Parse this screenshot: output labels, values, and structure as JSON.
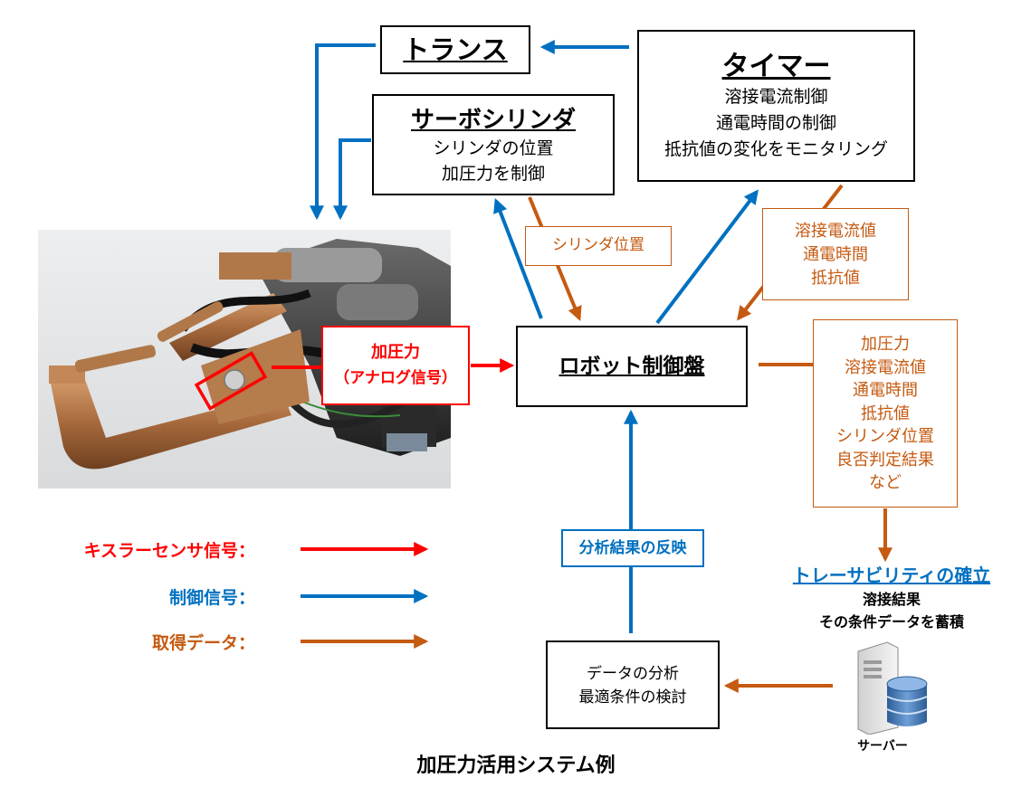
{
  "trans": {
    "title": "トランス"
  },
  "timer": {
    "title": "タイマー",
    "lines": [
      "溶接電流制御",
      "通電時間の制御",
      "抵抗値の変化をモニタリング"
    ]
  },
  "servo": {
    "title": "サーボシリンダ",
    "lines": [
      "シリンダの位置",
      "加圧力を制御"
    ]
  },
  "cylinder_pos_label": "シリンダ位置",
  "timer_data": {
    "lines": [
      "溶接電流値",
      "通電時間",
      "抵抗値"
    ]
  },
  "pressure_signal": {
    "lines": [
      "加圧力",
      "（アナログ信号）"
    ]
  },
  "robot": {
    "title": "ロボット制御盤"
  },
  "acquired_data": {
    "lines": [
      "加圧力",
      "溶接電流値",
      "通電時間",
      "抵抗値",
      "シリンダ位置",
      "良否判定結果",
      "など"
    ]
  },
  "traceability": {
    "title": "トレーサビリティの確立",
    "lines": [
      "溶接結果",
      "その条件データを蓄積"
    ]
  },
  "feedback_label": "分析結果の反映",
  "analysis": {
    "lines": [
      "データの分析",
      "最適条件の検討"
    ]
  },
  "server": {
    "label": "サーバー"
  },
  "legend": [
    {
      "label": "キスラーセンサ信号：",
      "color": "#ff0000"
    },
    {
      "label": "制御信号：",
      "color": "#0070c0"
    },
    {
      "label": "取得データ：",
      "color": "#c55a11"
    }
  ],
  "caption": "加圧力活用システム例",
  "colors": {
    "sensor": "#ff0000",
    "control": "#0070c0",
    "data": "#c55a11"
  }
}
